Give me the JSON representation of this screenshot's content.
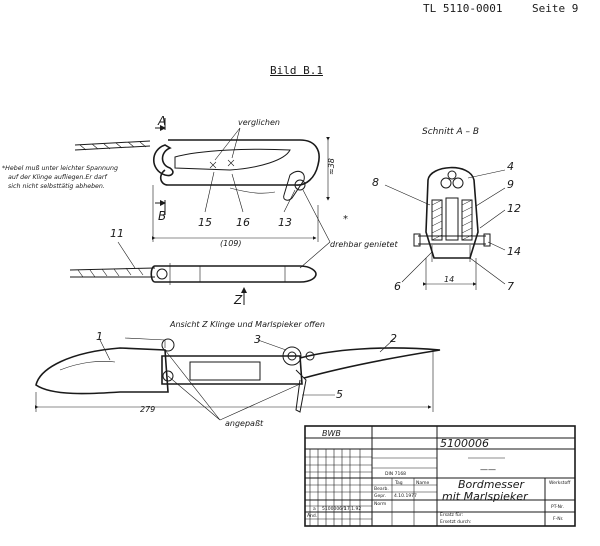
{
  "header": {
    "doc_id": "TL 5110-0001",
    "page": "Seite 9"
  },
  "figure": {
    "title": "Bild B.1"
  },
  "top_view": {
    "label_a": "A",
    "label_b": "B",
    "verglichen": "verglichen",
    "note_lines": [
      "*Hebel muß unter leichter Spannung",
      "auf der Klinge aufliegen.Er darf",
      "sich nicht selbsttätig abheben."
    ],
    "dim_38": "≈38",
    "dim_109": "(109)",
    "part_15": "15",
    "part_16": "16",
    "part_13": "13",
    "star": "*",
    "part_11": "11",
    "drehbar": "drehbar genietet",
    "view_z": "Z"
  },
  "section": {
    "title": "Schnitt A – B",
    "parts": [
      "4",
      "8",
      "9",
      "12",
      "14",
      "6",
      "7"
    ],
    "dim_14": "14"
  },
  "open_view": {
    "title": "Ansicht Z  Klinge und Marlspieker offen",
    "part_1": "1",
    "part_2": "2",
    "part_3": "3",
    "part_5": "5",
    "dim_279": "279",
    "angepasst": "angepaßt"
  },
  "title_block": {
    "bwb": "BWB",
    "number": "5100006",
    "dash": "——",
    "name_line1": "Bordmesser",
    "name_line2": "mit Marlspieker",
    "din": "DIN 7168",
    "date": "4.10.1977",
    "small_name": "Name",
    "small_tag": "Tag",
    "bearb": "Bearb.",
    "gepr": "Gepr.",
    "norm": "Norm",
    "aend": "Änd.",
    "ersatz_fuer": "Ersatz für:",
    "ersetzt_durch": "Ersetzt durch:",
    "werkstoff": "Werkstoff",
    "ptnr": "PT-Nr.",
    "fnr": "F-Nr.",
    "change_no": "a",
    "change_ref": "5100006/1",
    "change_date": "17.1.92"
  }
}
